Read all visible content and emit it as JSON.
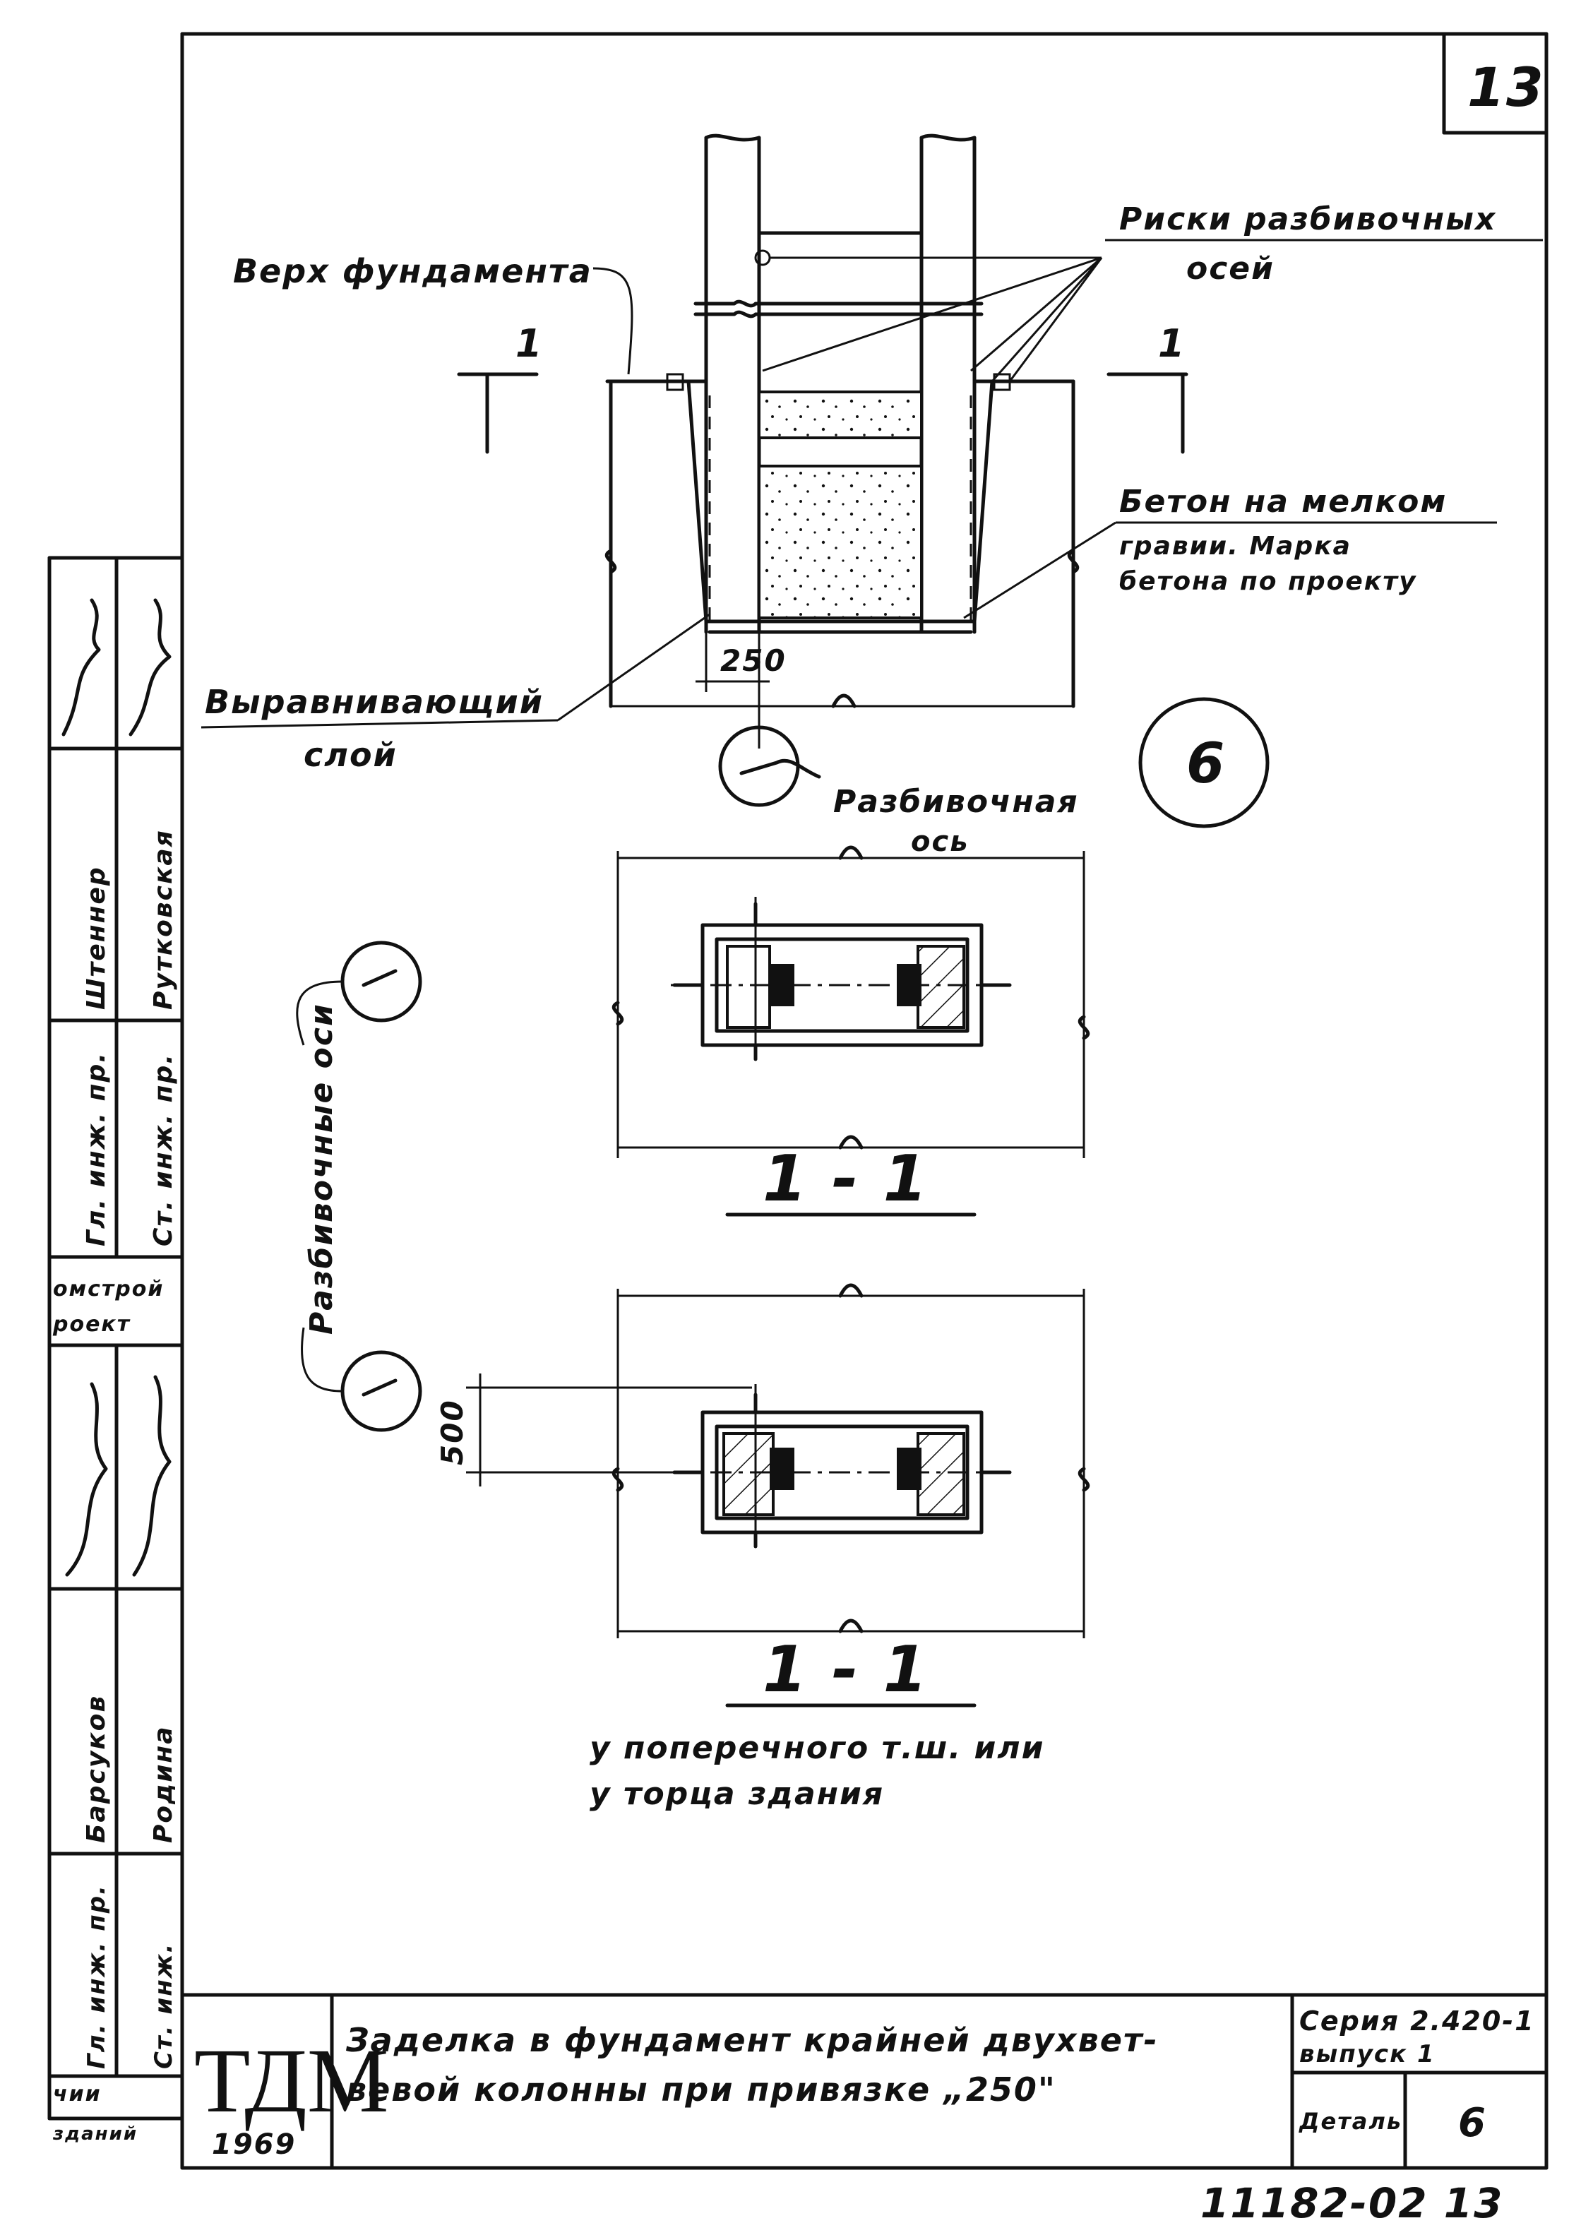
{
  "sheet_number": "13",
  "detail_circle": "6",
  "labels": {
    "top_of_foundation": "Верх фундамента",
    "risks_line1": "Риски разбивочных",
    "risks_line2": "осей",
    "concrete_line1": "Бетон на мелком",
    "concrete_line2": "гравии. Марка",
    "concrete_line3": "бетона по проекту",
    "leveling_line1": "Выравнивающий",
    "leveling_line2": "слой",
    "layout_axis_line1": "Разбивочная",
    "layout_axis_line2": "ось",
    "layout_axes_vertical": "Разбивочные оси",
    "section_cut_left": "1",
    "section_cut_right": "1",
    "dim_250": "250",
    "dim_500": "500",
    "section_title_1": "1 - 1",
    "section_title_2": "1 - 1",
    "section_note_line1": "у поперечного т.ш. или",
    "section_note_line2": "у торца здания"
  },
  "side_stamp": {
    "roles": [
      "Гл. инж. пр.",
      "Ст. инж. пр.",
      "Гл. инж. пр.",
      "Ст. инж."
    ],
    "names": [
      "Штеннер",
      "Рутковская",
      "Барсуков",
      "Родина"
    ],
    "org_line1": "омстрой",
    "org_line2": "роект",
    "dept_line1": "чии",
    "dept_line2": "зданий"
  },
  "title_block": {
    "logo": "ТДМ",
    "year": "1969",
    "title_line1": "Заделка в фундамент крайней двухвет-",
    "title_line2": "вевой колонны при привязке „250\"",
    "series_line1": "Серия 2.420-1",
    "series_line2": "выпуск 1",
    "detail_label": "Деталь",
    "detail_value": "6"
  },
  "footer_code": "11182-02 13"
}
